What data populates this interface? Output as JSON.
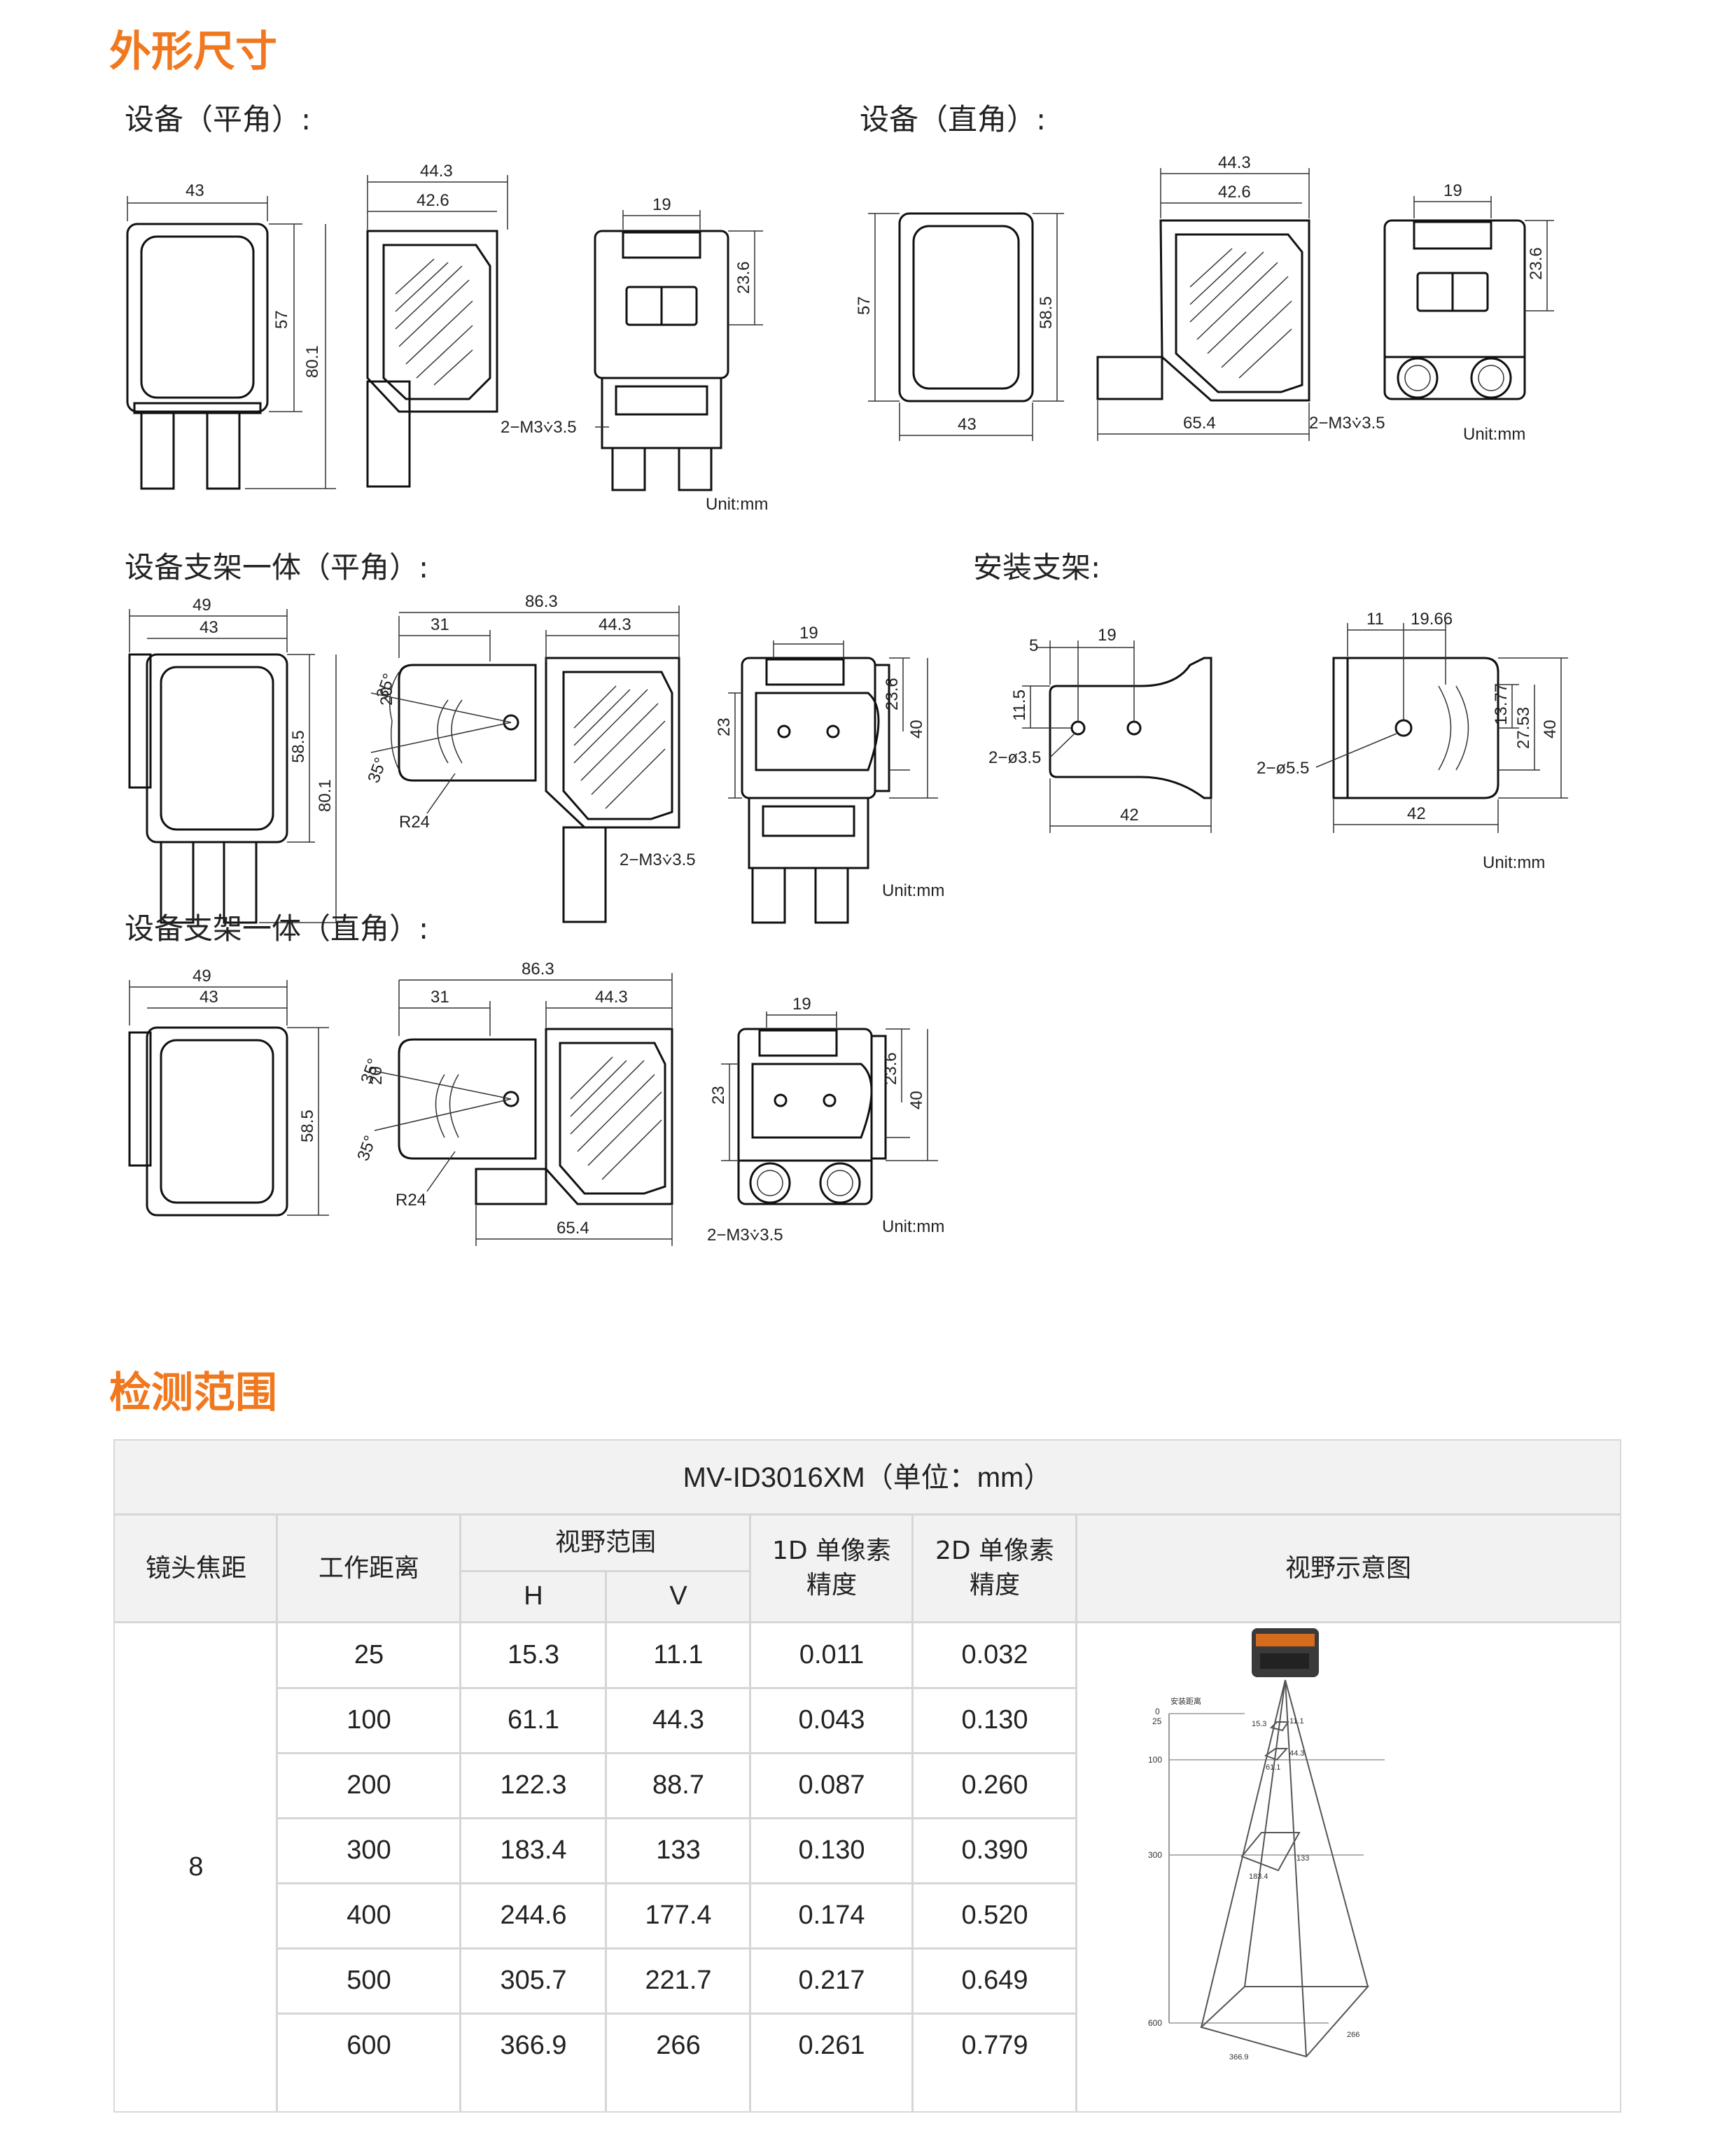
{
  "sections": {
    "dimensions_title": "外形尺寸",
    "range_title": "检测范围"
  },
  "subtitles": {
    "device_flat": "设备（平角）:",
    "device_right": "设备（直角）:",
    "bracket_flat": "设备支架一体（平角）:",
    "mount_bracket": "安装支架:",
    "bracket_right": "设备支架一体（直角）:"
  },
  "drawings": {
    "d1": {
      "w43": "43",
      "w44_3": "44.3",
      "w42_6": "42.6",
      "w19": "19",
      "h57": "57",
      "h80_1": "80.1",
      "h23_6": "23.6",
      "m3": "2−M3⩒3.5",
      "unit": "Unit:mm"
    },
    "d2": {
      "w44_3": "44.3",
      "w42_6": "42.6",
      "w19": "19",
      "h57": "57",
      "h58_5": "58.5",
      "h23_6": "23.6",
      "w43": "43",
      "w65_4": "65.4",
      "m3": "2−M3⩒3.5",
      "unit": "Unit:mm"
    },
    "d3": {
      "w49": "49",
      "w43": "43",
      "w86_3": "86.3",
      "w31": "31",
      "w44_3": "44.3",
      "w19": "19",
      "h58_5": "58.5",
      "h80_1": "80.1",
      "a35a": "35°",
      "a35b": "35°",
      "h20": "20",
      "r24": "R24",
      "h23": "23",
      "h23_6": "23.6",
      "h40": "40",
      "m3": "2−M3⩒3.5",
      "unit": "Unit:mm"
    },
    "d4": {
      "w5": "5",
      "w19": "19",
      "h11_5": "11.5",
      "hole": "2−ø3.5",
      "w42": "42",
      "w11": "11",
      "w19_66": "19.66",
      "h13_77": "13.77",
      "h27_53": "27.53",
      "h40": "40",
      "hole2": "2−ø5.5",
      "w42b": "42",
      "unit": "Unit:mm"
    },
    "d5": {
      "w49": "49",
      "w43": "43",
      "w86_3": "86.3",
      "w31": "31",
      "w44_3": "44.3",
      "w19": "19",
      "h58_5": "58.5",
      "a35a": "35°",
      "a35b": "35°",
      "h20": "20",
      "r24": "R24",
      "h23": "23",
      "h23_6": "23.6",
      "h40": "40",
      "w65_4": "65.4",
      "m3": "2−M3⩒3.5",
      "unit": "Unit:mm"
    }
  },
  "table": {
    "title": "MV-ID3016XM（单位：mm）",
    "headers": {
      "focal": "镜头焦距",
      "distance": "工作距离",
      "fov": "视野范围",
      "h": "H",
      "v": "V",
      "p1d_a": "1D 单像素",
      "p1d_b": "精度",
      "p2d_a": "2D 单像素",
      "p2d_b": "精度",
      "diagram": "视野示意图"
    },
    "focal_value": "8",
    "rows": [
      {
        "d": "25",
        "h": "15.3",
        "v": "11.1",
        "p1": "0.011",
        "p2": "0.032"
      },
      {
        "d": "100",
        "h": "61.1",
        "v": "44.3",
        "p1": "0.043",
        "p2": "0.130"
      },
      {
        "d": "200",
        "h": "122.3",
        "v": "88.7",
        "p1": "0.087",
        "p2": "0.260"
      },
      {
        "d": "300",
        "h": "183.4",
        "v": "133",
        "p1": "0.130",
        "p2": "0.390"
      },
      {
        "d": "400",
        "h": "244.6",
        "v": "177.4",
        "p1": "0.174",
        "p2": "0.520"
      },
      {
        "d": "500",
        "h": "305.7",
        "v": "221.7",
        "p1": "0.217",
        "p2": "0.649"
      },
      {
        "d": "600",
        "h": "366.9",
        "v": "266",
        "p1": "0.261",
        "p2": "0.779"
      }
    ],
    "fov_diagram": {
      "label": "安装距离",
      "y0": "0",
      "y25": "25",
      "y100": "100",
      "y300": "300",
      "y600": "600",
      "a153": "15.3",
      "a111": "11.1",
      "a611": "61.1",
      "a443": "44.3",
      "a1834": "183.4",
      "a133": "133",
      "a3669": "366.9",
      "a266": "266"
    }
  }
}
